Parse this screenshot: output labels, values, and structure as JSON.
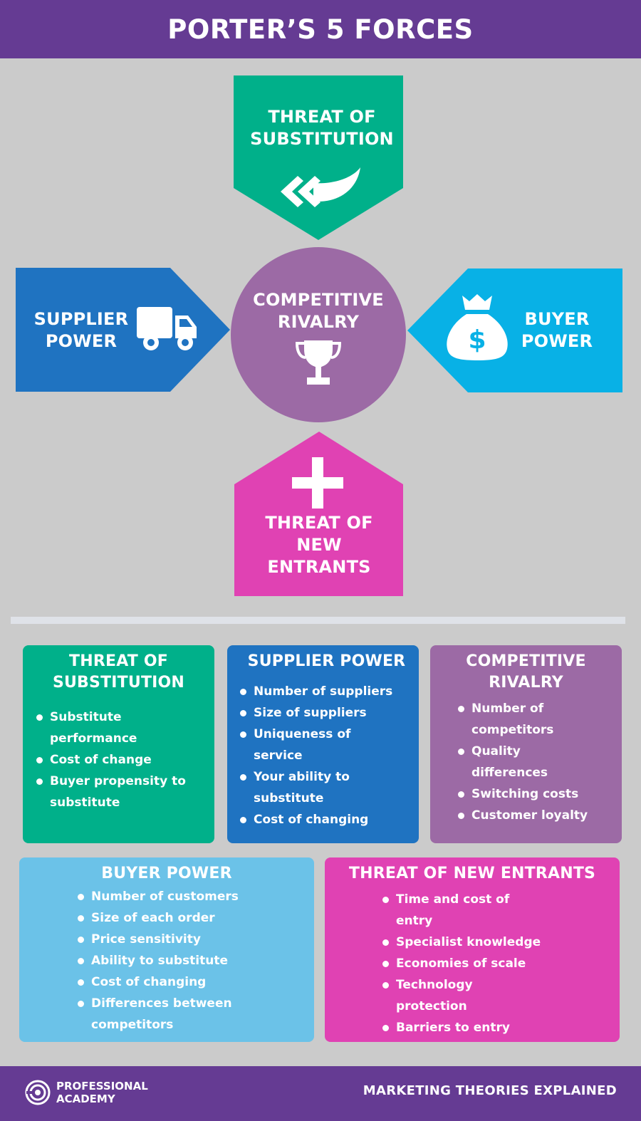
{
  "title": "PORTER’S 5 FORCES",
  "colors": {
    "header": "#653b93",
    "substitution": "#00b08a",
    "supplier": "#1f73c1",
    "rivalry": "#9c6aa5",
    "buyer": "#08b1e6",
    "buyer_card": "#6bc2e8",
    "entrants": "#e042b3",
    "background": "#cbcbcb"
  },
  "diagram": {
    "top": {
      "label": "THREAT OF\nSUBSTITUTION",
      "icon": "double-curved-arrow-icon"
    },
    "left": {
      "label": "SUPPLIER\nPOWER",
      "icon": "truck-icon"
    },
    "center": {
      "label": "COMPETITIVE\nRIVALRY",
      "icon": "trophy-icon"
    },
    "right": {
      "label": "BUYER\nPOWER",
      "icon": "money-bag-icon",
      "icon_glyph": "$"
    },
    "bottom": {
      "label": "THREAT OF\nNEW\nENTRANTS",
      "icon": "plus-icon"
    }
  },
  "cards": {
    "substitution": {
      "title": "THREAT OF\nSUBSTITUTION",
      "items": [
        "Substitute\nperformance",
        "Cost of change",
        "Buyer propensity to\nsubstitute"
      ]
    },
    "supplier": {
      "title": "SUPPLIER POWER",
      "items": [
        "Number of suppliers",
        "Size of suppliers",
        "Uniqueness of\nservice",
        "Your ability to\nsubstitute",
        "Cost of changing"
      ]
    },
    "rivalry": {
      "title": "COMPETITIVE\nRIVALRY",
      "items": [
        "Number of\ncompetitors",
        "Quality\ndifferences",
        "Switching costs",
        "Customer loyalty"
      ]
    },
    "buyer": {
      "title": "BUYER POWER",
      "items": [
        "Number of customers",
        "Size of each order",
        "Price sensitivity",
        "Ability to substitute",
        "Cost of changing",
        "Differences between\ncompetitors"
      ]
    },
    "entrants": {
      "title": "THREAT OF NEW ENTRANTS",
      "items": [
        "Time and cost of\nentry",
        "Specialist knowledge",
        "Economies of scale",
        "Technology\nprotection",
        "Barriers to entry"
      ]
    }
  },
  "footer": {
    "brand": "PROFESSIONAL\nACADEMY",
    "brand_icon": "spiral-logo-icon",
    "tagline": "MARKETING THEORIES EXPLAINED"
  }
}
